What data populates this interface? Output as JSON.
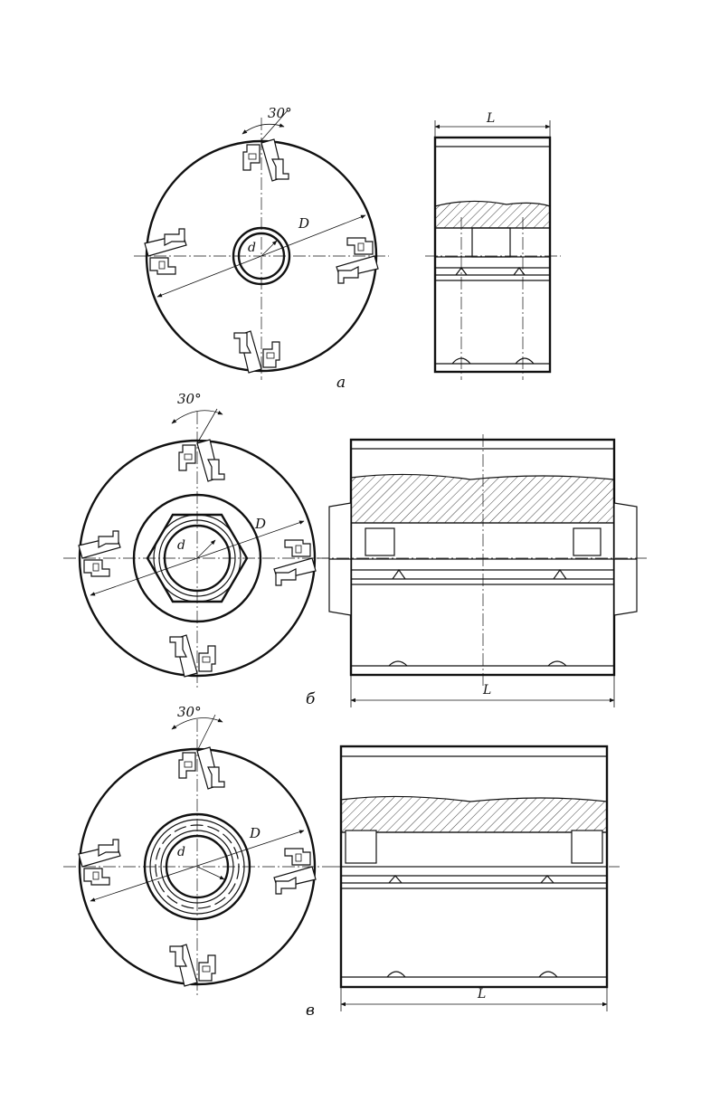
{
  "labels": {
    "angle": "30°",
    "diameter": "D",
    "bore": "d",
    "length": "L"
  },
  "figures": [
    {
      "id": "a",
      "caption": "а"
    },
    {
      "id": "b",
      "caption": "б"
    },
    {
      "id": "v",
      "caption": "в"
    }
  ]
}
